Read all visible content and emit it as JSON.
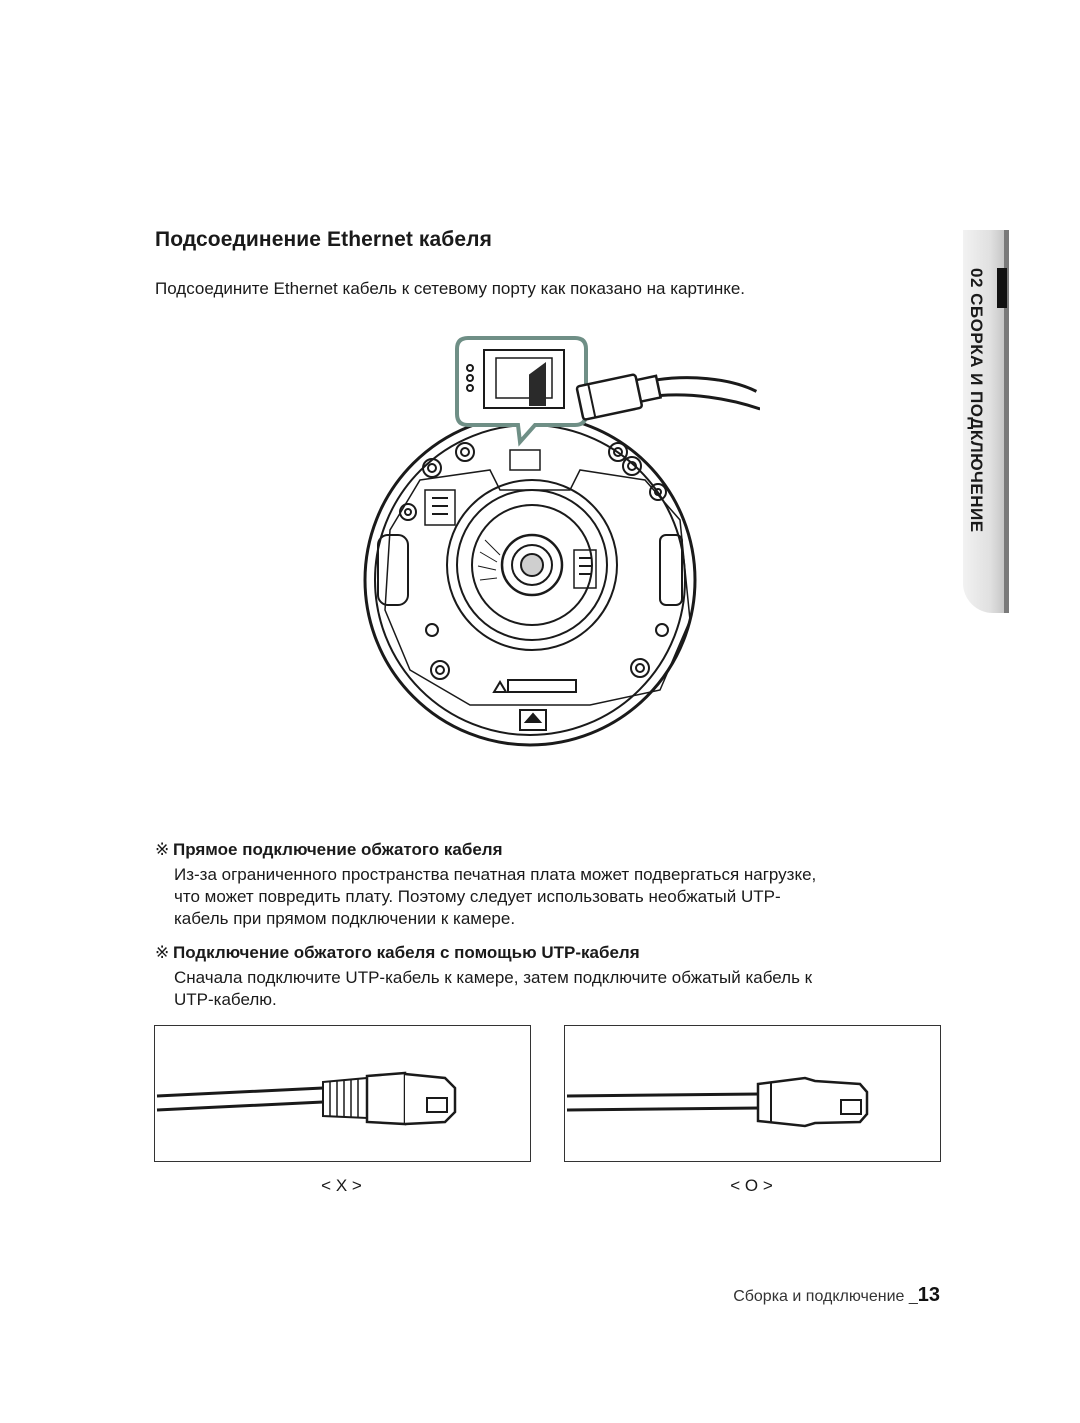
{
  "section": {
    "title": "Подсоединение Ethernet кабеля",
    "intro": "Подсоедините Ethernet кабель к сетевому порту как показано на картинке."
  },
  "notes": [
    {
      "mark": "※",
      "heading": "Прямое подключение обжатого кабеля",
      "lines": [
        "Из-за ограниченного пространства печатная плата может подвергаться нагрузке,",
        "что может повредить плату. Поэтому следует использовать необжатый UTP-",
        "кабель при прямом подключении к камере."
      ]
    },
    {
      "mark": "※",
      "heading": "Подключение обжатого кабеля с помощью UTP-кабеля",
      "lines": [
        "Сначала подключите UTP-кабель к камере, затем подключите обжатый кабель к",
        "UTP-кабелю."
      ]
    }
  ],
  "figures": {
    "wrong_caption": "< X >",
    "right_caption": "< O >"
  },
  "side_tab": {
    "label": "02  СБОРКА И ПОДКЛЮЧЕНИЕ"
  },
  "footer": {
    "text": "Сборка и подключение _",
    "page_number": "13"
  }
}
